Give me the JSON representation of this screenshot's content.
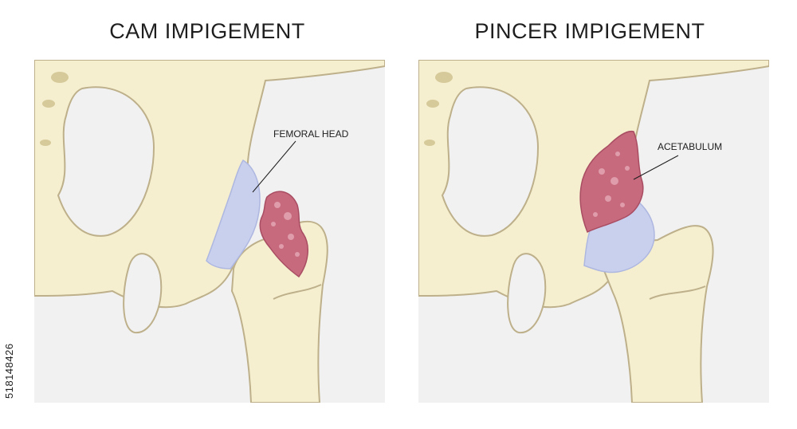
{
  "panels": [
    {
      "title": "CAM IMPIGEMENT",
      "label": "FEMORAL HEAD"
    },
    {
      "title": "PINCER IMPIGEMENT",
      "label": "ACETABULUM"
    }
  ],
  "side_id": "518148426",
  "colors": {
    "bone": "#f5efcf",
    "bone_outline": "#bdb08a",
    "cartilage": "#c9d0ee",
    "lesion": "#c86a7e",
    "background": "#f1f1f1"
  }
}
